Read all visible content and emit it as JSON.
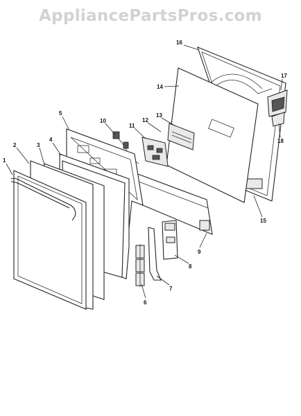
{
  "watermark": "AppliancePartsPros.com",
  "callouts": [
    "1",
    "2",
    "3",
    "4",
    "5",
    "6",
    "7",
    "8",
    "9",
    "10",
    "11",
    "12",
    "13",
    "14",
    "15",
    "16",
    "17",
    "18"
  ]
}
